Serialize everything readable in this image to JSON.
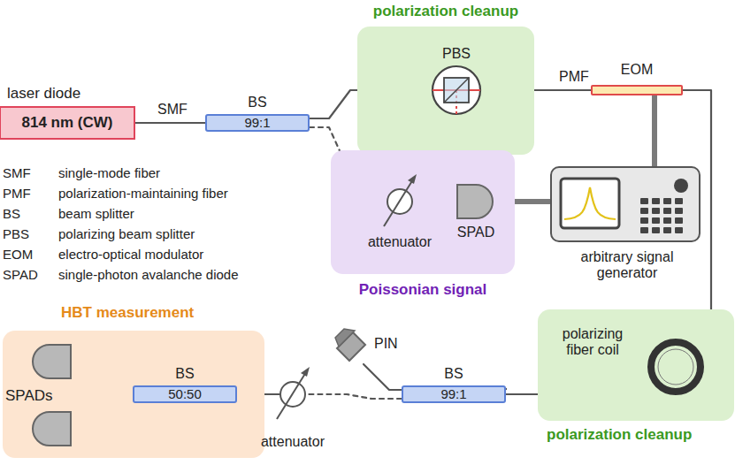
{
  "diagram": {
    "nodes": [
      {
        "text": [
          "laser diode",
          "814 nm (CW)"
        ]
      },
      {
        "text": [
          "BS",
          "99:1"
        ]
      },
      {
        "text": [
          "polarization cleanup"
        ]
      },
      {
        "text": [
          "PBS"
        ],
        "in": 2
      },
      {
        "text": [
          "EOM"
        ]
      },
      {
        "text": [
          "Poissonian signal"
        ]
      },
      {
        "text": [
          "attenuator"
        ],
        "in": 5
      },
      {
        "text": [
          "SPAD"
        ],
        "in": 5
      },
      {
        "text": [
          "arbitrary signal generator"
        ]
      },
      {
        "text": [
          "polarization cleanup"
        ]
      },
      {
        "text": [
          "polarizing fiber coil"
        ],
        "in": 9
      },
      {
        "text": [
          "BS",
          "99:1"
        ]
      },
      {
        "text": [
          "PIN"
        ]
      },
      {
        "text": [
          "attenuator"
        ]
      },
      {
        "text": [
          "HBT measurement"
        ]
      },
      {
        "text": [
          "BS",
          "50:50"
        ],
        "in": 14
      },
      {
        "text": [
          "SPADs"
        ],
        "in": 14
      }
    ],
    "edges": [
      {
        "from": 0,
        "to": 1,
        "arrow": "none",
        "label": "SMF"
      },
      {
        "from": 1,
        "to": 3,
        "arrow": "none"
      },
      {
        "from": 3,
        "to": 4,
        "arrow": "none",
        "label": "PMF"
      },
      {
        "from": 1,
        "to": 6,
        "arrow": "none"
      },
      {
        "from": 6,
        "to": 7,
        "arrow": "none"
      },
      {
        "from": 7,
        "to": 8,
        "arrow": "none"
      },
      {
        "from": 8,
        "to": 4,
        "arrow": "none"
      },
      {
        "from": 4,
        "to": 10,
        "arrow": "none"
      },
      {
        "from": 10,
        "to": 11,
        "arrow": "none"
      },
      {
        "from": 11,
        "to": 12,
        "arrow": "none"
      },
      {
        "from": 11,
        "to": 13,
        "arrow": "none"
      },
      {
        "from": 13,
        "to": 15,
        "arrow": "none"
      },
      {
        "from": 15,
        "to": 16,
        "arrow": "none"
      }
    ],
    "labels": [
      "SMF",
      "single-mode fiber",
      "PMF",
      "polarization-maintaining fiber",
      "BS",
      "beam splitter",
      "PBS",
      "polarizing beam splitter",
      "EOM",
      "electro-optical modulator",
      "SPAD",
      "single-photon avalanche diode"
    ]
  }
}
